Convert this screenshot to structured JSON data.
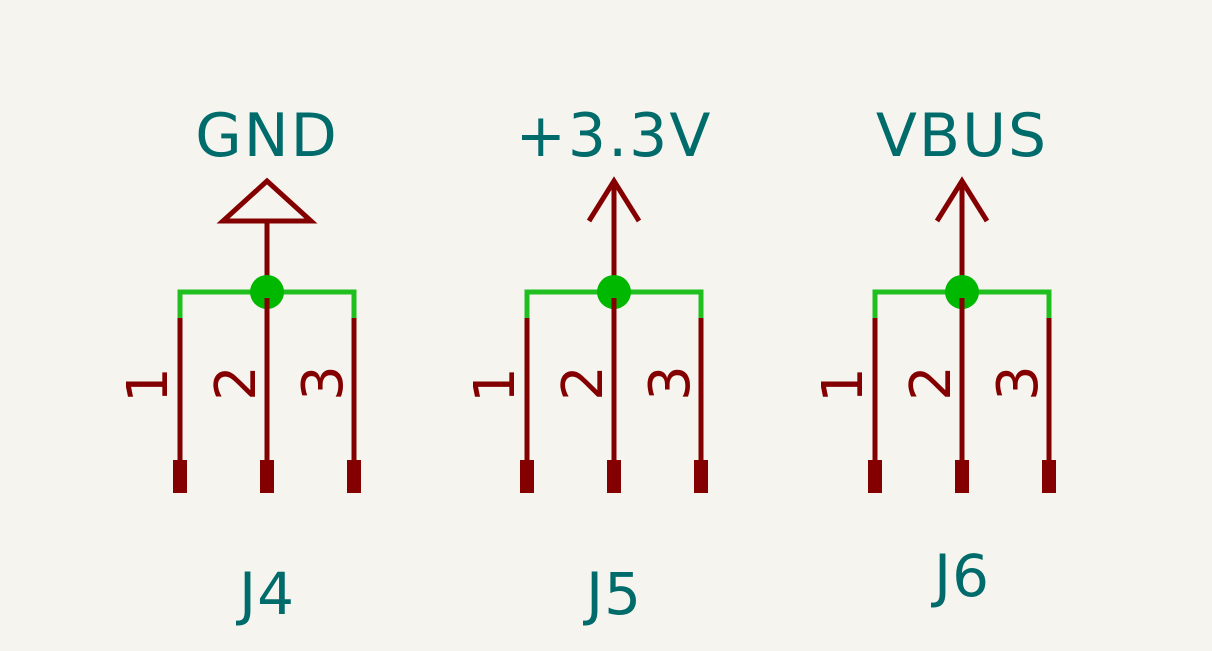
{
  "colors": {
    "background": "#f5f4ef",
    "label": "#006b6b",
    "pin": "#840000",
    "wire": "#1fbf1f",
    "junction": "#00b800"
  },
  "connectors": [
    {
      "ref": "J4",
      "net": "GND",
      "symbol": "ground-triangle",
      "pins": [
        "1",
        "2",
        "3"
      ]
    },
    {
      "ref": "J5",
      "net": "+3.3V",
      "symbol": "power-arrow",
      "pins": [
        "1",
        "2",
        "3"
      ]
    },
    {
      "ref": "J6",
      "net": "VBUS",
      "symbol": "power-arrow",
      "pins": [
        "1",
        "2",
        "3"
      ]
    }
  ]
}
